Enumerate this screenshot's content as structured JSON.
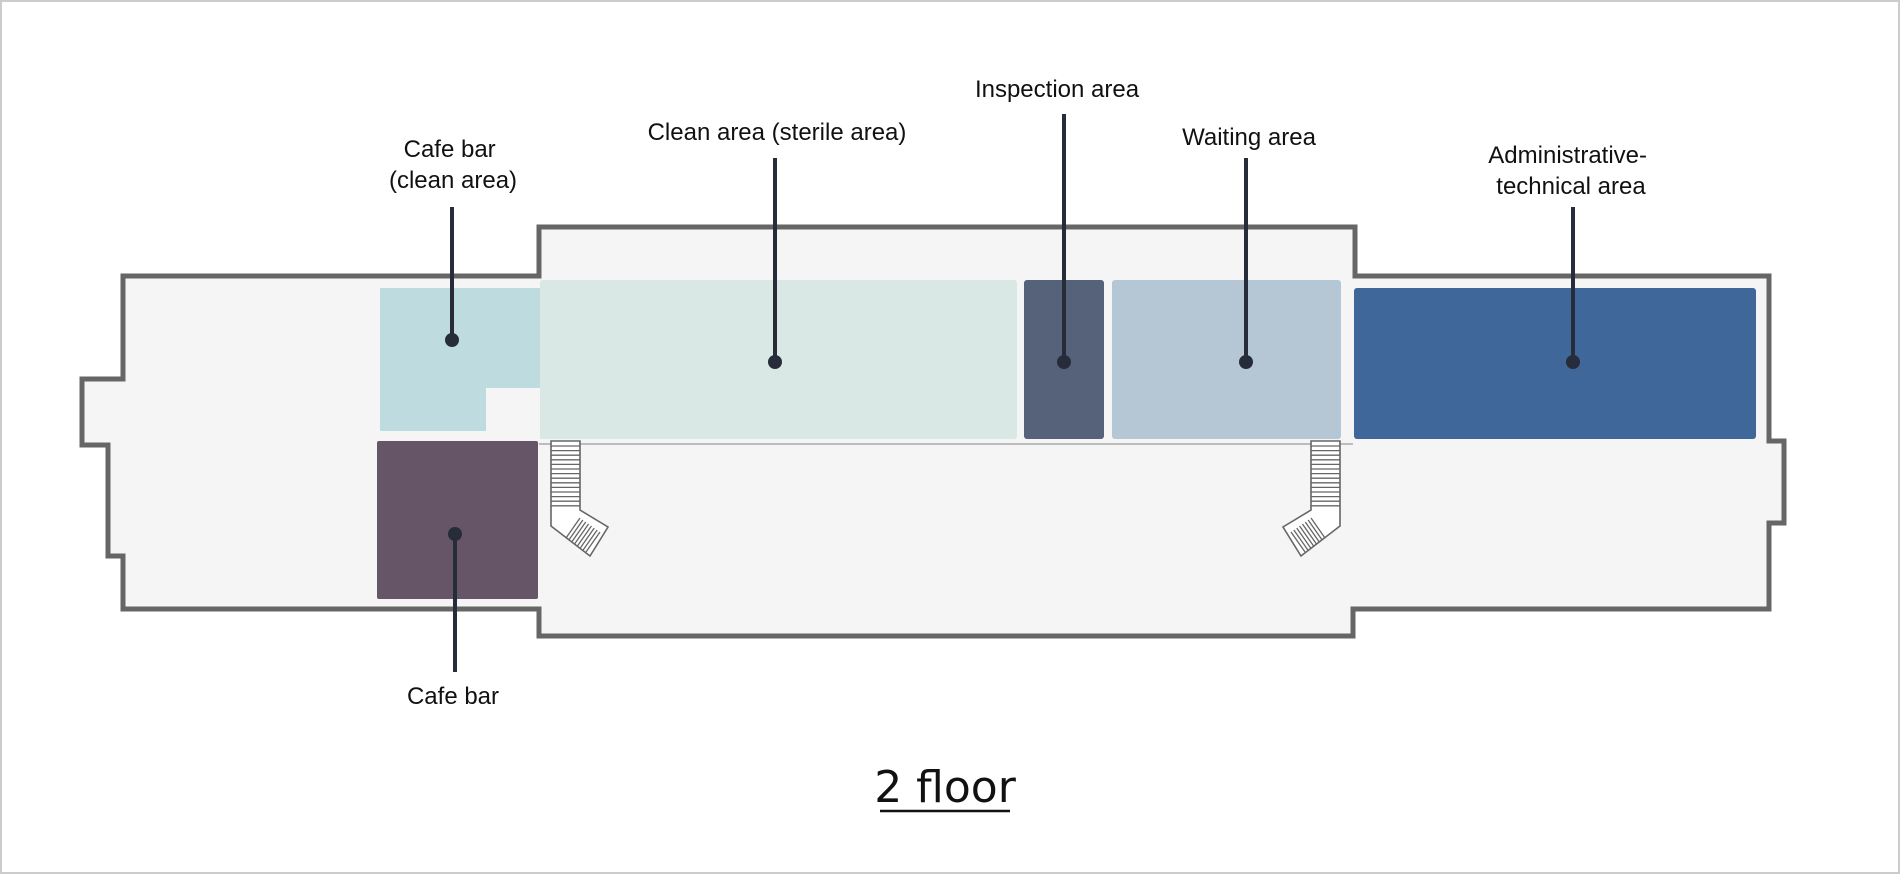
{
  "plan": {
    "title": "2 floor",
    "colors": {
      "background": "#ffffff",
      "building_fill": "#f5f5f5",
      "wall": "#666666",
      "leader": "#262c3a"
    },
    "zones": [
      {
        "id": "cafe-bar-clean",
        "lines": [
          "Cafe bar",
          "(clean area)"
        ],
        "color": "#bedce0"
      },
      {
        "id": "clean-area",
        "lines": [
          "Clean area (sterile area)"
        ],
        "color": "#d9e8e5"
      },
      {
        "id": "inspection-area",
        "lines": [
          "Inspection area"
        ],
        "color": "#55627a"
      },
      {
        "id": "waiting-area",
        "lines": [
          "Waiting area"
        ],
        "color": "#b5c7d4"
      },
      {
        "id": "admin-technical-area",
        "lines": [
          "Administrative-",
          "technical area"
        ],
        "color": "#3f6799"
      },
      {
        "id": "cafe-bar",
        "lines": [
          "Cafe bar"
        ],
        "color": "#665467"
      }
    ]
  }
}
